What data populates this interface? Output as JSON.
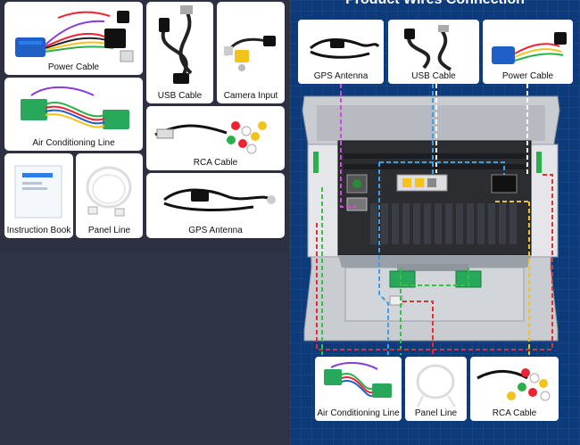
{
  "left": {
    "items": [
      {
        "label": "Power Cable",
        "icon": "power-cable-icon"
      },
      {
        "label": "USB Cable",
        "icon": "usb-cable-icon"
      },
      {
        "label": "Camera Input",
        "icon": "camera-input-icon"
      },
      {
        "label": "Air Conditioning Line",
        "icon": "air-conditioning-line-icon"
      },
      {
        "label": "RCA Cable",
        "icon": "rca-cable-icon"
      },
      {
        "label": "Instruction Book",
        "icon": "instruction-book-icon"
      },
      {
        "label": "Panel Line",
        "icon": "panel-line-icon"
      },
      {
        "label": "GPS Antenna",
        "icon": "gps-antenna-icon"
      }
    ]
  },
  "diagram": {
    "title": "Product Wires Connection",
    "top_items": [
      {
        "label": "GPS Antenna"
      },
      {
        "label": "USB Cable"
      },
      {
        "label": "Power Cable"
      }
    ],
    "bottom_items": [
      {
        "label": "Air Conditioning Line"
      },
      {
        "label": "Panel Line"
      },
      {
        "label": "RCA Cable"
      }
    ]
  },
  "colors": {
    "background": "#2e3345",
    "diagram_bg": "#0d3a78",
    "card": "#ffffff",
    "wire_red": "#e0322b",
    "wire_yellow": "#f2c21d",
    "wire_blue": "#3aa0e8",
    "wire_green": "#39c04a",
    "wire_pink": "#d24bd8",
    "connector_green": "#27a85a"
  }
}
